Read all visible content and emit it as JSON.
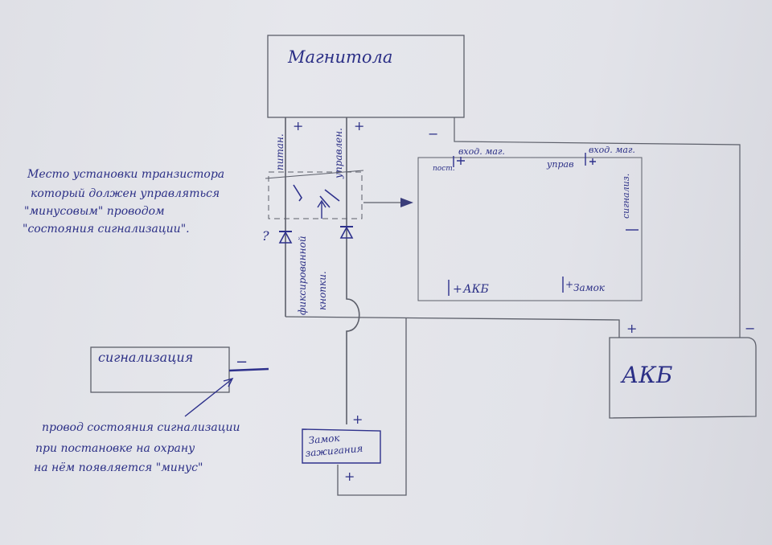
{
  "blocks": {
    "magnetola": "Магнитола",
    "signalizatsia": "сигнализация",
    "akb": "АКБ",
    "zamok": [
      "Замок",
      "зажигания"
    ]
  },
  "radio_pins": {
    "post": "пост.",
    "vhod_mag_1": "вход. маг.",
    "upr": "управ",
    "vhod_mag_2": "вход. маг.",
    "signalizatsia": "сигнализ.",
    "akb": "АКБ",
    "zamok": "Замок"
  },
  "wire_labels": {
    "pitanie": "питан.",
    "upravlenie": "управлен.",
    "fiks_knopka": [
      "фиксированной",
      "кнопки."
    ]
  },
  "signs": {
    "plus": "+",
    "minus": "−",
    "question": "?"
  },
  "notes": {
    "transistor": [
      "Место установки транзистора",
      "который должен управляться",
      "\"минусовым\" проводом",
      "\"состояния сигнализации\"."
    ],
    "wire": [
      "провод состояния сигнализации",
      "при постановке на охрану",
      "на нём появляется \"минус\""
    ]
  },
  "colors": {
    "paper": "#e2e3e9",
    "ink": "#2b2f86",
    "pencil": "#5c5f6a"
  }
}
